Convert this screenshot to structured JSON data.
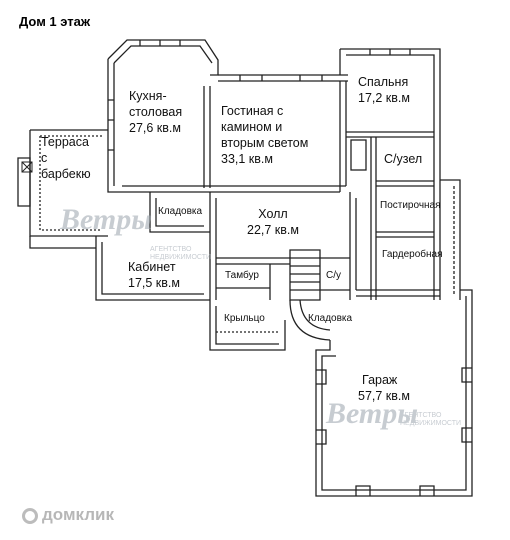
{
  "title": "Дом 1 этаж",
  "rooms": {
    "kitchen": [
      "Кухня-",
      "столовая",
      "27,6 кв.м"
    ],
    "living": [
      "Гостиная с",
      "камином и",
      "вторым светом",
      "33,1 кв.м"
    ],
    "bedroom": [
      "Спальня",
      "17,2 кв.м"
    ],
    "terrace": [
      "Терраса",
      "с",
      "барбекю"
    ],
    "wc1": "С/узел",
    "laundry": "Постирочная",
    "pantry1": "Кладовка",
    "hall": [
      "Холл",
      "22,7 кв.м"
    ],
    "wardrobe": "Гардеробная",
    "office": [
      "Кабинет",
      "17,5 кв.м"
    ],
    "vestibule": "Тамбур",
    "wc2": "С/у",
    "porch": "Крыльцо",
    "pantry2": "Кладовка",
    "garage": [
      "Гараж",
      "57,7 кв.м"
    ]
  },
  "watermark": {
    "brand": "Ветры",
    "agency_line1": "АГЕНТСТВО",
    "agency_line2": "НЕДВИЖИМОСТИ"
  },
  "footer_logo": "домклик"
}
